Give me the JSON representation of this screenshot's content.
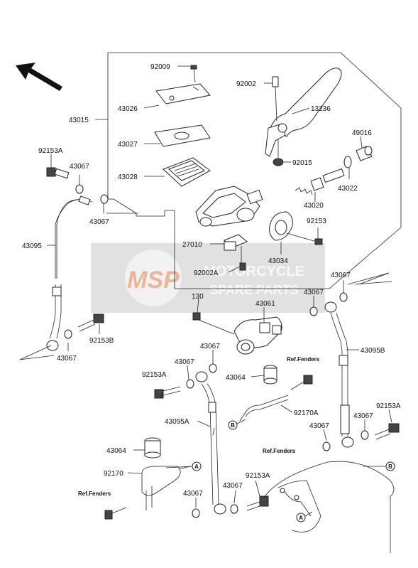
{
  "watermark": {
    "logo": "MSP",
    "line1": "MOTORCYCLE",
    "line2": "SPARE PARTS"
  },
  "labels": {
    "p92009": "92009",
    "p92002": "92002",
    "p43015": "43015",
    "p43026": "43026",
    "p13236": "13236",
    "p43027": "43027",
    "p49016": "49016",
    "p92015": "92015",
    "p43028": "43028",
    "p92153A_1": "92153A",
    "p43067_1": "43067",
    "p43022": "43022",
    "p43020": "43020",
    "p43067_2": "43067",
    "p43095": "43095",
    "p92153": "92153",
    "p27010": "27010",
    "p43034": "43034",
    "p92002A": "92002A",
    "p43067_3": "43067",
    "p130": "130",
    "p43061": "43061",
    "p43067_4": "43067",
    "p43067_5": "43067",
    "p92153B": "92153B",
    "p43067_6": "43067",
    "p43095B": "43095B",
    "p43067_7": "43067",
    "p92153A_2": "92153A",
    "p43067_8": "43067",
    "p43064_1": "43064",
    "p92170A": "92170A",
    "p43095A": "43095A",
    "p92153A_3": "92153A",
    "p43067_9": "43067",
    "p43067_10": "43067",
    "p43064_2": "43064",
    "p92170": "92170",
    "p92153A_4": "92153A",
    "p43067_11": "43067",
    "p43067_12": "43067"
  },
  "refs": {
    "fenders1": "Ref.Fenders",
    "fenders2": "Ref.Fenders",
    "fenders3": "Ref.Fenders"
  },
  "markers": {
    "a1": "A",
    "a2": "A",
    "b1": "B",
    "b2": "B"
  }
}
